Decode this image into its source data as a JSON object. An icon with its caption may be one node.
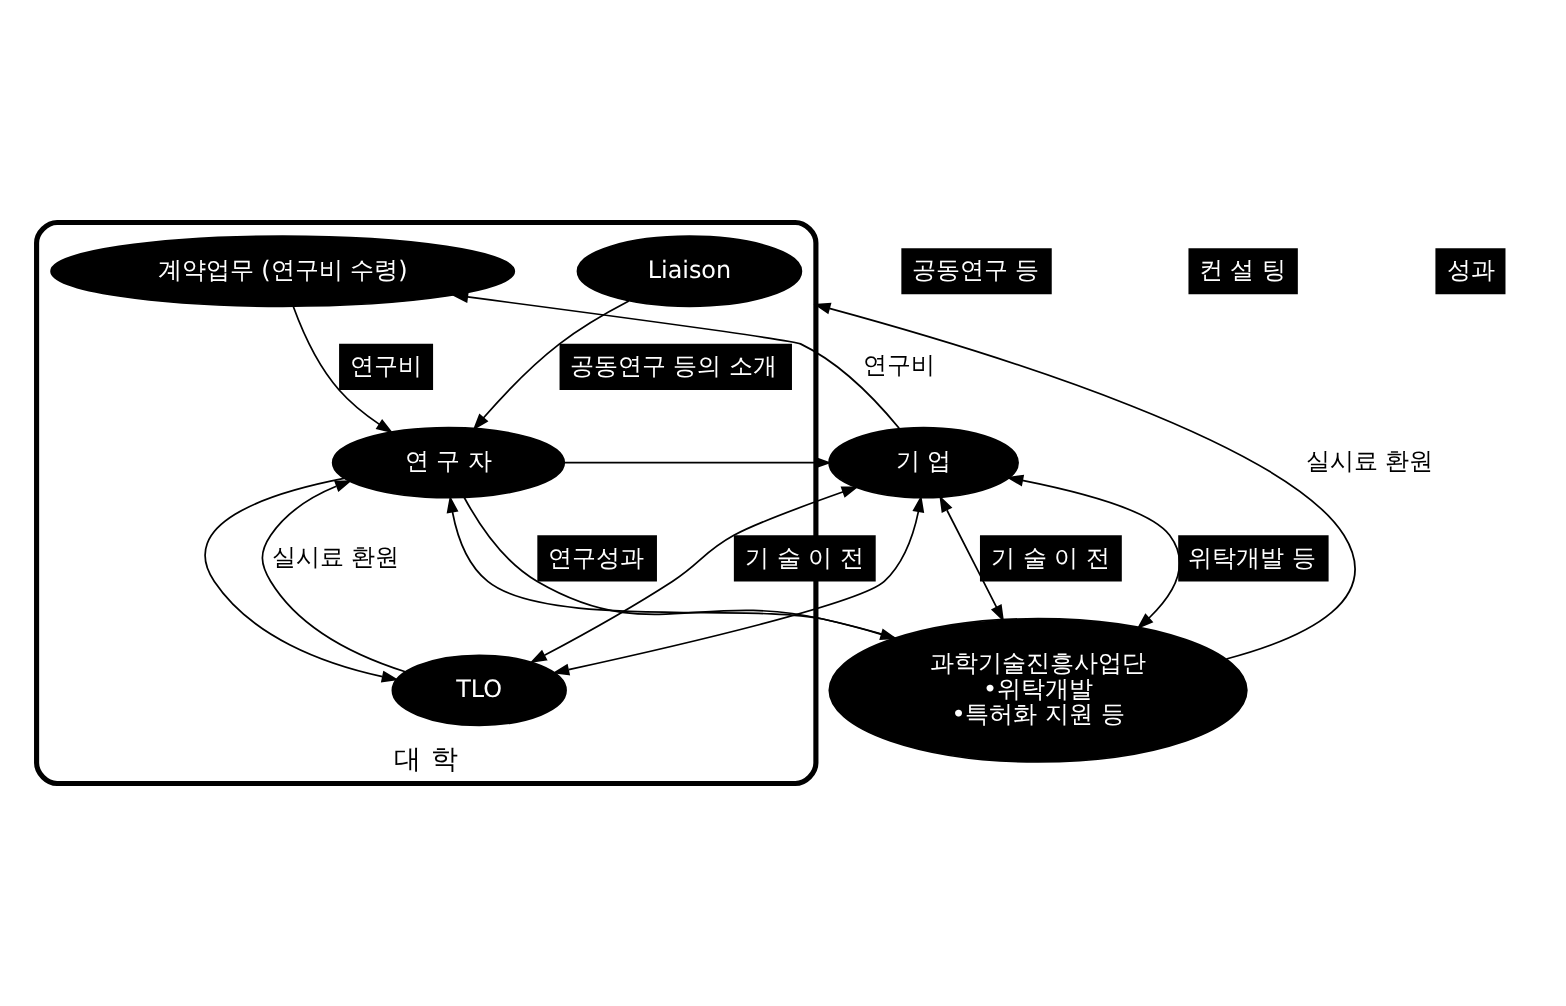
{
  "diagram": {
    "nodes": [
      {
        "text": [
          "대 학"
        ]
      },
      {
        "text": [
          "기 업"
        ]
      },
      {
        "text": [
          "과학기술진흥사업단",
          "•위탁개발",
          "•특허화 지원 등"
        ]
      },
      {
        "text": [
          "Liaison"
        ],
        "in": 0
      },
      {
        "text": [
          "TLO"
        ],
        "in": 0
      },
      {
        "text": [
          "계약업무 (연구비 수령)"
        ],
        "in": 0
      },
      {
        "text": [
          "연 구 자"
        ],
        "in": 0
      }
    ],
    "edges": [
      {
        "from": 4,
        "to": 1,
        "arrow": "both",
        "label": "기 술 이 전"
      },
      {
        "from": 1,
        "to": 4,
        "arrow": "both"
      },
      {
        "from": 2,
        "to": 1,
        "arrow": "both",
        "label": "위탁개발 등"
      },
      {
        "from": 1,
        "to": 2,
        "arrow": "both",
        "label": "기 술 이 전"
      },
      {
        "from": 6,
        "to": 1,
        "arrow": "to"
      },
      {
        "from": 6,
        "to": 4,
        "arrow": "to"
      },
      {
        "from": 6,
        "to": 2,
        "arrow": "to",
        "label": "연구성과"
      },
      {
        "from": 2,
        "to": 6,
        "arrow": "to"
      },
      {
        "from": 2,
        "to": 0,
        "arrow": "to",
        "label": "실시료 환원"
      },
      {
        "from": 4,
        "to": 6,
        "arrow": "to",
        "label": "실시료 환원"
      },
      {
        "from": 5,
        "to": 6,
        "arrow": "to",
        "label": "연구비"
      },
      {
        "from": 3,
        "to": 6,
        "arrow": "to",
        "label": "공동연구 등의 소개"
      },
      {
        "from": 1,
        "to": 5,
        "arrow": "to",
        "label": "연구비"
      }
    ],
    "labels": [
      "공동연구 등",
      "컨 설 팅",
      "성과"
    ]
  }
}
